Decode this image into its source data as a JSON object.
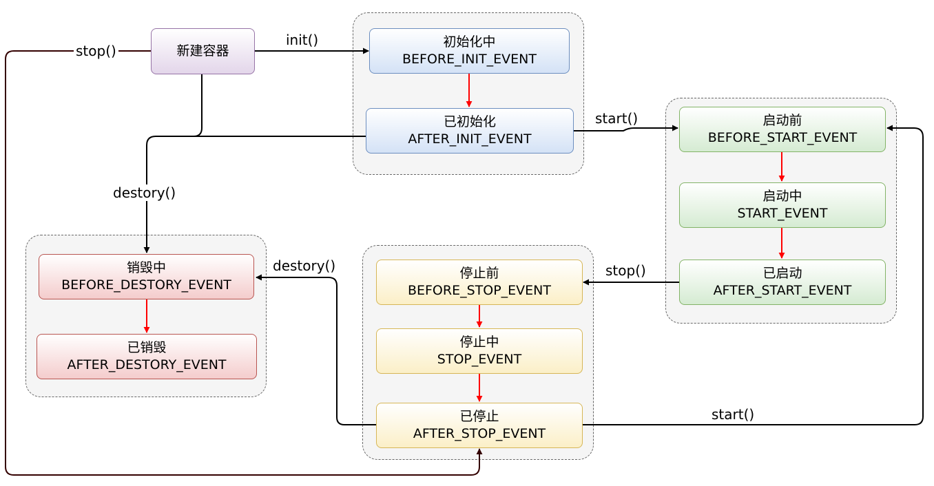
{
  "nodes": {
    "new_container": "新建容器",
    "before_init": {
      "title": "初始化中",
      "event": "BEFORE_INIT_EVENT"
    },
    "after_init": {
      "title": "已初始化",
      "event": "AFTER_INIT_EVENT"
    },
    "before_start": {
      "title": "启动前",
      "event": "BEFORE_START_EVENT"
    },
    "start": {
      "title": "启动中",
      "event": "START_EVENT"
    },
    "after_start": {
      "title": "已启动",
      "event": "AFTER_START_EVENT"
    },
    "before_stop": {
      "title": "停止前",
      "event": "BEFORE_STOP_EVENT"
    },
    "stop": {
      "title": "停止中",
      "event": "STOP_EVENT"
    },
    "after_stop": {
      "title": "已停止",
      "event": "AFTER_STOP_EVENT"
    },
    "before_destroy": {
      "title": "销毁中",
      "event": "BEFORE_DESTORY_EVENT"
    },
    "after_destroy": {
      "title": "已销毁",
      "event": "AFTER_DESTORY_EVENT"
    }
  },
  "edge_labels": {
    "init": "init()",
    "start_from_init": "start()",
    "stop_from_start": "stop()",
    "stop_from_new": "stop()",
    "destroy_from_new": "destory()",
    "destroy_from_stop": "destory()",
    "start_from_stop": "start()"
  },
  "colors": {
    "connector": "#000000",
    "internal_arrow": "#ff0000",
    "stop_loop": "#330000"
  }
}
